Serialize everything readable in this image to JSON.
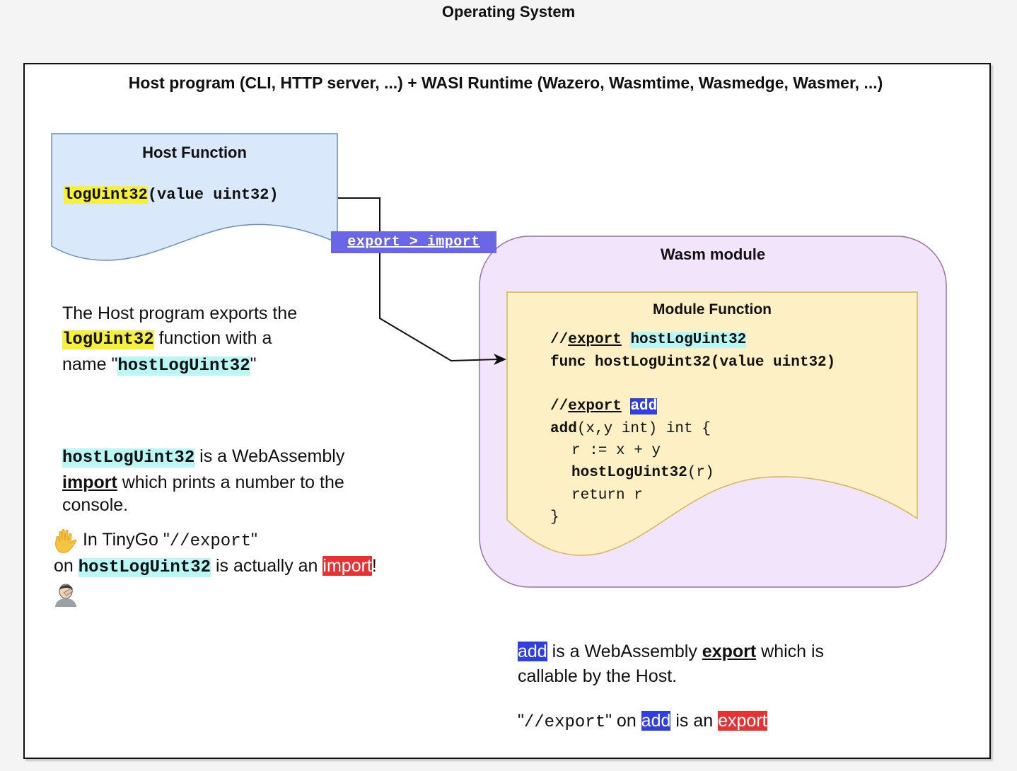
{
  "os_title": "Operating System",
  "host_title": "Host program (CLI, HTTP server, ...) + WASI Runtime (Wazero, Wasmtime, Wasmedge, Wasmer, ...)",
  "host_function": {
    "title": "Host Function",
    "fn_name": "logUint32",
    "fn_args": "(value uint32)"
  },
  "arrow_label": "export > import",
  "wasm_module": {
    "title": "Wasm module",
    "module_function_title": "Module Function",
    "code": {
      "comment_slashes": "//",
      "export_word": "export",
      "host_name": "hostLogUint32",
      "func_line": "func hostLogUint32(value uint32)",
      "add_name": "add",
      "add_sig_name": "add",
      "add_sig_rest": "(x,y int) int {",
      "line_r": "r := x + y",
      "call_name": "hostLogUint32",
      "call_args": "(r)",
      "return_line": "return r",
      "close_brace": "}"
    }
  },
  "notes": {
    "n1_a": "The Host program exports the",
    "n1_fn": "logUint32",
    "n1_b": " function with a",
    "n1_c": "name \"",
    "n1_name": "hostLogUint32",
    "n1_d": "\"",
    "n2_name": "hostLogUint32",
    "n2_a": " is a WebAssembly",
    "n2_import": "import",
    "n2_b": " which prints a number to the",
    "n2_c": "console.",
    "n3_a": " In TinyGo \"",
    "n3_code": "//export",
    "n3_b": "\"",
    "n3_c": "on ",
    "n3_name": "hostLogUint32",
    "n3_d": " is actually an ",
    "n3_import": "import",
    "n3_e": "!",
    "n4_add": "add",
    "n4_a": " is a WebAssembly ",
    "n4_export": "export",
    "n4_b": " which is",
    "n4_c": "callable by the Host.",
    "n5_a": "\"",
    "n5_code": "//export",
    "n5_b": "\" on ",
    "n5_add": "add",
    "n5_c": " is an ",
    "n5_export": "export"
  },
  "colors": {
    "host_fn_fill": "#dae8fc",
    "host_fn_stroke": "#6c8ebf",
    "wasm_fill": "#f1e4fb",
    "wasm_stroke": "#9673a6",
    "module_fn_fill": "#fdf0c5",
    "module_fn_stroke": "#d6b656",
    "highlight_yellow": "#f7f03a",
    "highlight_cyan": "#b9f6f4",
    "highlight_blue": "#2f3fe0",
    "highlight_red": "#e53333",
    "arrow_label_bg": "#6a66e6"
  },
  "icons": [
    "raised-hand-icon",
    "facepalm-person-icon",
    "arrow-head-icon"
  ]
}
